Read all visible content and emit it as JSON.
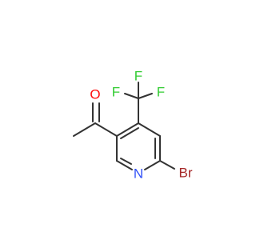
{
  "molecule": {
    "atoms": [
      {
        "id": "o1",
        "label": "O",
        "color": "#ff0d0d"
      },
      {
        "id": "f1",
        "label": "F",
        "color": "#33cc33"
      },
      {
        "id": "f2",
        "label": "F",
        "color": "#33cc33"
      },
      {
        "id": "f3",
        "label": "F",
        "color": "#33cc33"
      },
      {
        "id": "n1",
        "label": "N",
        "color": "#3050f8"
      },
      {
        "id": "br1",
        "label": "Br",
        "color": "#a62929"
      }
    ],
    "bond_color": "#333333"
  }
}
